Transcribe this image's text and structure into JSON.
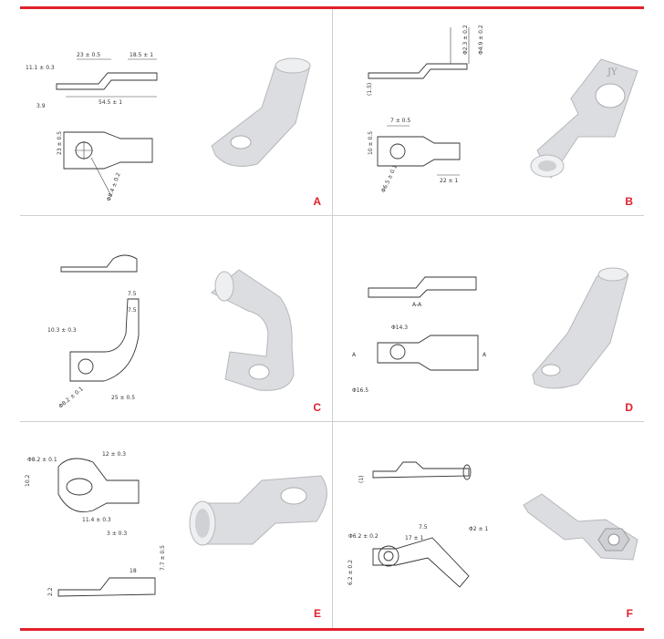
{
  "colors": {
    "accent": "#e0202b",
    "divider": "#cfcfcf",
    "metal": "#d9dadc"
  },
  "panels": {
    "A": {
      "letter": "A",
      "dims": [
        "23 ± 0.5",
        "18.5 ± 1",
        "11.1 ± 0.3",
        "3.9",
        "54.5 ± 1",
        "23 ± 0.5",
        "Φ8.4 ± 0.2"
      ]
    },
    "B": {
      "letter": "B",
      "dims": [
        "Φ2.3 ± 0.2",
        "Φ4.9 ± 0.2",
        "(1.5)",
        "7 ± 0.5",
        "10 ± 0.5",
        "Φ6.5 ± 0.1",
        "22 ± 1"
      ],
      "stamp": "JY"
    },
    "C": {
      "letter": "C",
      "dims": [
        "7.5",
        "7.5",
        "10.3 ± 0.3",
        "25 ± 0.5",
        "Φ8.2 ± 0.1"
      ]
    },
    "D": {
      "letter": "D",
      "dims": [
        "A-A",
        "Φ14.3",
        "A",
        "A",
        "Φ16.5"
      ]
    },
    "E": {
      "letter": "E",
      "dims": [
        "Φ8.2 ± 0.1",
        "12 ± 0.3",
        "11.4 ± 0.3",
        "3 ± 0.3",
        "18",
        "7.7 ± 0.5",
        "2.2",
        "10.2"
      ]
    },
    "F": {
      "letter": "F",
      "dims": [
        "Φ6.2 ± 0.2",
        "7.5",
        "17 ± 1",
        "Φ2 ± 1",
        "6.2 ± 0.2",
        "(1)"
      ]
    }
  }
}
